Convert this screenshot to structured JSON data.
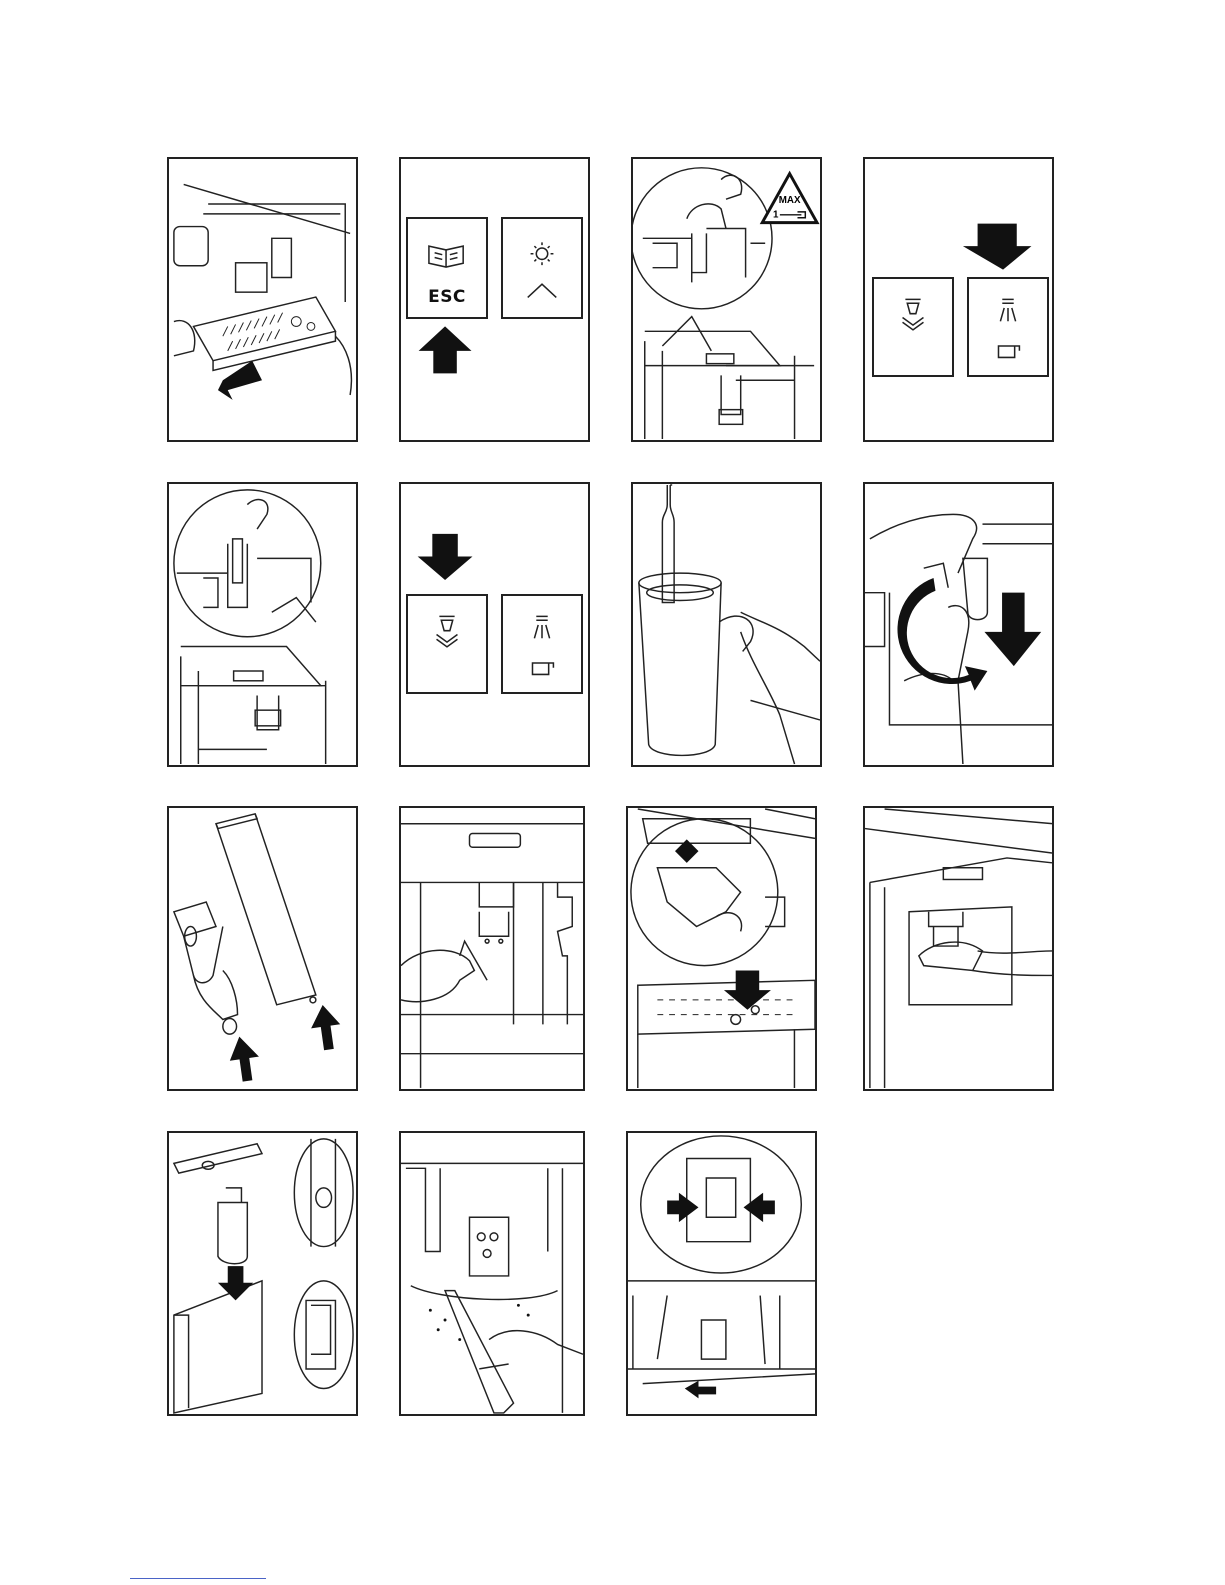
{
  "panels": {
    "p2": {
      "key_left_label": "ESC"
    },
    "p3": {
      "warning_line1": "MAX",
      "warning_line2": "1"
    }
  },
  "icons": {
    "book": "book-icon",
    "light": "light-bulb-icon",
    "up": "chevron-up-icon",
    "rinse": "rinse-spout-icon",
    "steam": "steam-icon",
    "cup": "cup-icon"
  }
}
